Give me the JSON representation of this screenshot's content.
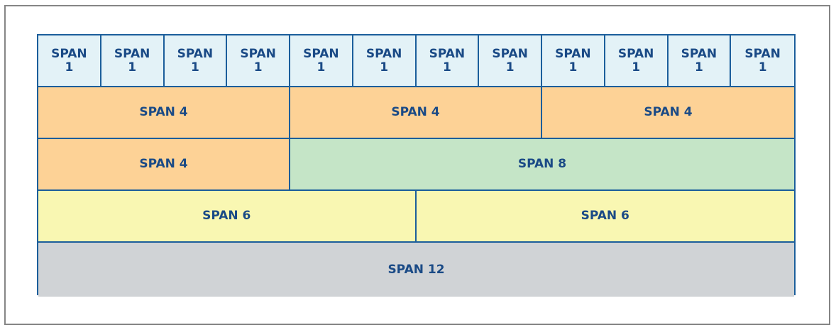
{
  "colors": {
    "border": "#1b5e9b",
    "text": "#1a4a86",
    "span1_fill": "#e3f2f7",
    "span4_fill": "#fdd296",
    "span8_fill": "#c5e5c7",
    "span6_fill": "#f9f7b2",
    "span12_fill": "#d0d3d6",
    "frame": "#858585"
  },
  "rows": [
    {
      "cells": [
        {
          "label": "SPAN\n1",
          "span": 1,
          "fill": "span1_fill"
        },
        {
          "label": "SPAN\n1",
          "span": 1,
          "fill": "span1_fill"
        },
        {
          "label": "SPAN\n1",
          "span": 1,
          "fill": "span1_fill"
        },
        {
          "label": "SPAN\n1",
          "span": 1,
          "fill": "span1_fill"
        },
        {
          "label": "SPAN\n1",
          "span": 1,
          "fill": "span1_fill"
        },
        {
          "label": "SPAN\n1",
          "span": 1,
          "fill": "span1_fill"
        },
        {
          "label": "SPAN\n1",
          "span": 1,
          "fill": "span1_fill"
        },
        {
          "label": "SPAN\n1",
          "span": 1,
          "fill": "span1_fill"
        },
        {
          "label": "SPAN\n1",
          "span": 1,
          "fill": "span1_fill"
        },
        {
          "label": "SPAN\n1",
          "span": 1,
          "fill": "span1_fill"
        },
        {
          "label": "SPAN\n1",
          "span": 1,
          "fill": "span1_fill"
        },
        {
          "label": "SPAN\n1",
          "span": 1,
          "fill": "span1_fill"
        }
      ]
    },
    {
      "cells": [
        {
          "label": "SPAN 4",
          "span": 4,
          "fill": "span4_fill"
        },
        {
          "label": "SPAN 4",
          "span": 4,
          "fill": "span4_fill"
        },
        {
          "label": "SPAN 4",
          "span": 4,
          "fill": "span4_fill"
        }
      ]
    },
    {
      "cells": [
        {
          "label": "SPAN 4",
          "span": 4,
          "fill": "span4_fill"
        },
        {
          "label": "SPAN 8",
          "span": 8,
          "fill": "span8_fill"
        }
      ]
    },
    {
      "cells": [
        {
          "label": "SPAN 6",
          "span": 6,
          "fill": "span6_fill"
        },
        {
          "label": "SPAN 6",
          "span": 6,
          "fill": "span6_fill"
        }
      ]
    },
    {
      "cells": [
        {
          "label": "SPAN 12",
          "span": 12,
          "fill": "span12_fill"
        }
      ]
    }
  ]
}
